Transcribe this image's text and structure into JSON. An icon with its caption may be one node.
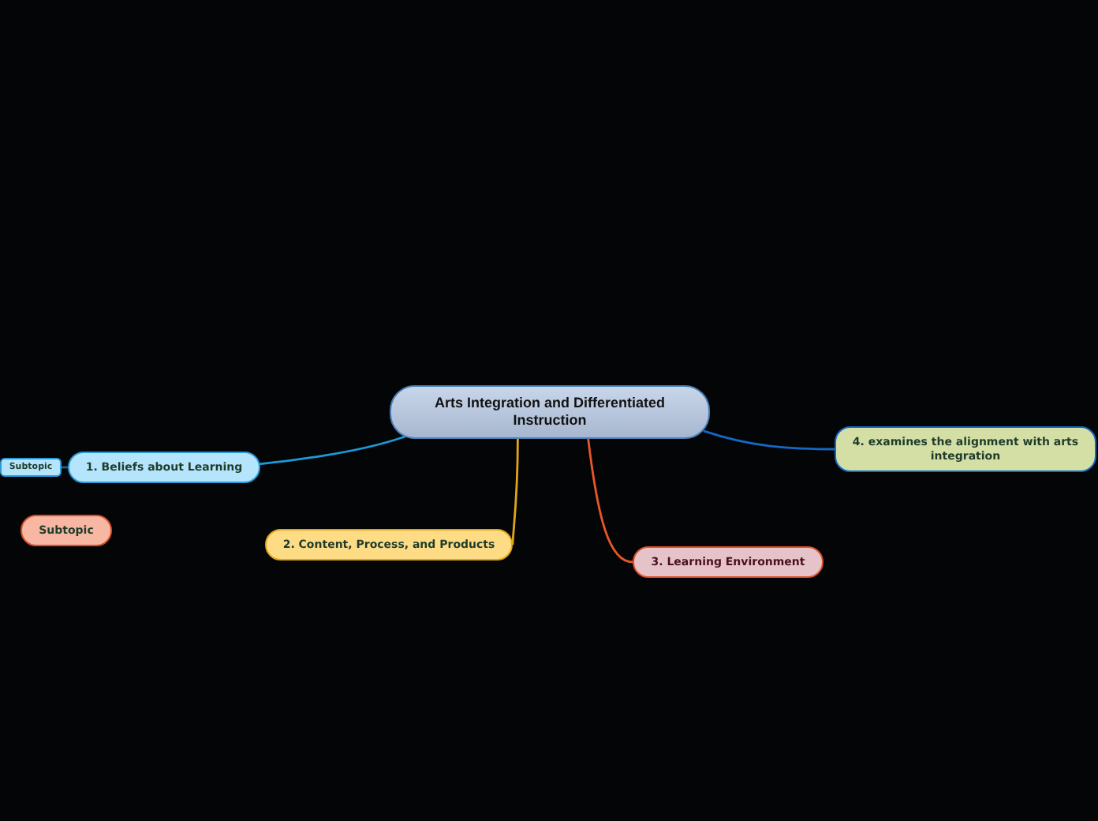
{
  "diagram": {
    "nodes": [
      {
        "text": [
          "Arts Integration and Differentiated Instruction"
        ]
      },
      {
        "text": [
          "1. Beliefs about Learning"
        ]
      },
      {
        "text": [
          "Subtopic"
        ]
      },
      {
        "text": [
          "Subtopic"
        ]
      },
      {
        "text": [
          "2. Content, Process, and Products"
        ]
      },
      {
        "text": [
          "3. Learning Environment"
        ]
      },
      {
        "text": [
          "4. examines the alignment with arts integration"
        ]
      }
    ],
    "edges": [
      {
        "from": 0,
        "to": 1,
        "arrow": "none",
        "color": "#1b9ad8"
      },
      {
        "from": 1,
        "to": 2,
        "arrow": "none",
        "color": "#1d5f8f"
      },
      {
        "from": 0,
        "to": 4,
        "arrow": "none",
        "color": "#e2a519"
      },
      {
        "from": 0,
        "to": 5,
        "arrow": "none",
        "color": "#e8562a"
      },
      {
        "from": 0,
        "to": 6,
        "arrow": "none",
        "color": "#1667c4"
      }
    ]
  }
}
